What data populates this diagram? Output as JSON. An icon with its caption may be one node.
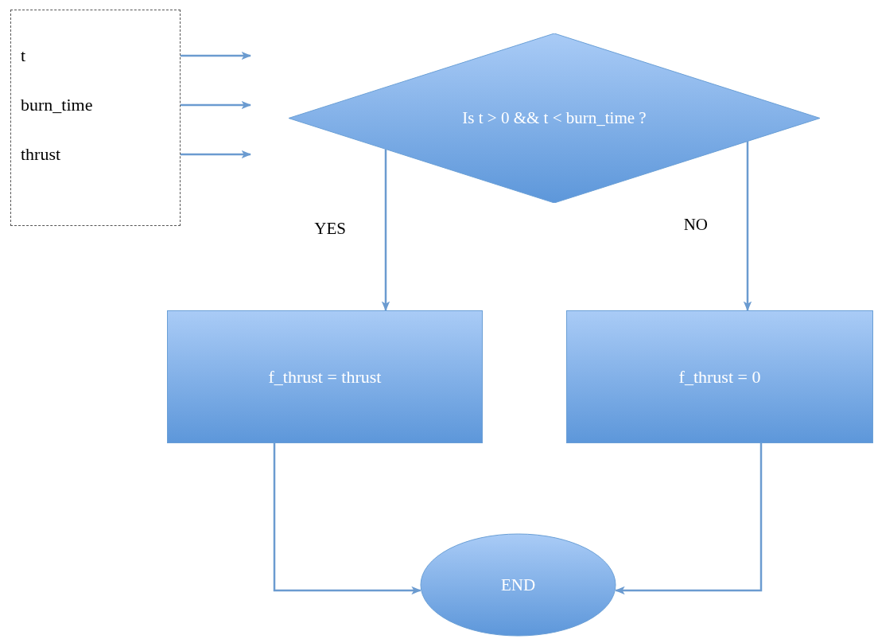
{
  "diagram": {
    "nodes": [
      {
        "text": [
          "t",
          "burn_time",
          "thrust"
        ]
      },
      {
        "text": [
          "Is t > 0 && t < burn_time ?"
        ]
      },
      {
        "text": [
          "f_thrust = thrust"
        ]
      },
      {
        "text": [
          "f_thrust = 0"
        ]
      },
      {
        "text": [
          "END"
        ]
      }
    ],
    "edges": [
      {
        "from": 0,
        "to": null,
        "arrow": "to"
      },
      {
        "from": 0,
        "to": null,
        "arrow": "to"
      },
      {
        "from": 0,
        "to": null,
        "arrow": "to"
      },
      {
        "from": 1,
        "to": 2,
        "arrow": "to",
        "label": "YES"
      },
      {
        "from": 1,
        "to": 3,
        "arrow": "to",
        "label": "NO"
      },
      {
        "from": 2,
        "to": 4,
        "arrow": "to"
      },
      {
        "from": 3,
        "to": 4,
        "arrow": "to"
      }
    ]
  }
}
